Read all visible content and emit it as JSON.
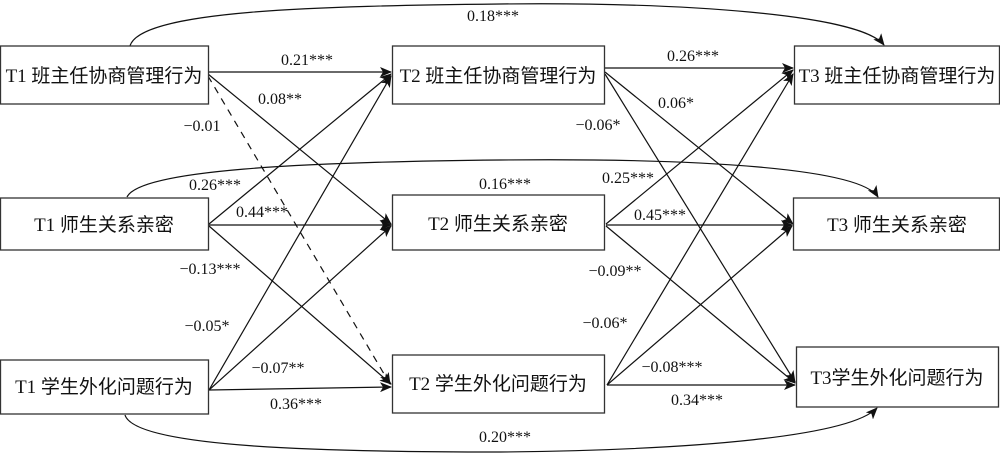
{
  "nodes": {
    "t1_mgmt": {
      "label": "T1 班主任协商管理行为"
    },
    "t1_rel": {
      "label": "T1 师生关系亲密"
    },
    "t1_ext": {
      "label": "T1 学生外化问题行为"
    },
    "t2_mgmt": {
      "label": "T2 班主任协商管理行为"
    },
    "t2_rel": {
      "label": "T2 师生关系亲密"
    },
    "t2_ext": {
      "label": "T2 学生外化问题行为"
    },
    "t3_mgmt": {
      "label": "T3 班主任协商管理行为"
    },
    "t3_rel": {
      "label": "T3 师生关系亲密"
    },
    "t3_ext": {
      "label": "T3学生外化问题行为"
    }
  },
  "paths": [
    {
      "id": "p1",
      "from": "t1_mgmt",
      "to": "t2_mgmt",
      "coef": "0.21***",
      "style": "solid"
    },
    {
      "id": "p2",
      "from": "t1_mgmt",
      "to": "t2_rel",
      "coef": "0.08**",
      "style": "solid"
    },
    {
      "id": "p3",
      "from": "t1_mgmt",
      "to": "t2_ext",
      "coef": "−0.01",
      "style": "dashed"
    },
    {
      "id": "p4",
      "from": "t1_rel",
      "to": "t2_mgmt",
      "coef": "0.26***",
      "style": "solid"
    },
    {
      "id": "p5",
      "from": "t1_rel",
      "to": "t2_rel",
      "coef": "0.44***",
      "style": "solid"
    },
    {
      "id": "p6",
      "from": "t1_rel",
      "to": "t2_ext",
      "coef": "−0.13***",
      "style": "solid"
    },
    {
      "id": "p7",
      "from": "t1_ext",
      "to": "t2_mgmt",
      "coef": "−0.05*",
      "style": "solid"
    },
    {
      "id": "p8",
      "from": "t1_ext",
      "to": "t2_rel",
      "coef": "−0.07**",
      "style": "solid"
    },
    {
      "id": "p9",
      "from": "t1_ext",
      "to": "t2_ext",
      "coef": "0.36***",
      "style": "solid"
    },
    {
      "id": "p10",
      "from": "t2_mgmt",
      "to": "t3_mgmt",
      "coef": "0.26***",
      "style": "solid"
    },
    {
      "id": "p11",
      "from": "t2_mgmt",
      "to": "t3_rel",
      "coef": "0.06*",
      "style": "solid"
    },
    {
      "id": "p12",
      "from": "t2_mgmt",
      "to": "t3_ext",
      "coef": "−0.06*",
      "style": "solid"
    },
    {
      "id": "p13",
      "from": "t2_rel",
      "to": "t3_mgmt",
      "coef": "0.25***",
      "style": "solid"
    },
    {
      "id": "p14",
      "from": "t2_rel",
      "to": "t3_rel",
      "coef": "0.45***",
      "style": "solid"
    },
    {
      "id": "p15",
      "from": "t2_rel",
      "to": "t3_ext",
      "coef": "−0.09**",
      "style": "solid"
    },
    {
      "id": "p16",
      "from": "t2_ext",
      "to": "t3_mgmt",
      "coef": "−0.06*",
      "style": "solid"
    },
    {
      "id": "p17",
      "from": "t2_ext",
      "to": "t3_rel",
      "coef": "−0.08***",
      "style": "solid"
    },
    {
      "id": "p18",
      "from": "t2_ext",
      "to": "t3_ext",
      "coef": "0.34***",
      "style": "solid"
    },
    {
      "id": "c1",
      "from": "t1_mgmt",
      "to": "t3_mgmt",
      "coef": "0.18***",
      "style": "curved"
    },
    {
      "id": "c2",
      "from": "t1_rel",
      "to": "t3_rel",
      "coef": "0.16***",
      "style": "curved"
    },
    {
      "id": "c3",
      "from": "t1_ext",
      "to": "t3_ext",
      "coef": "0.20***",
      "style": "curved"
    }
  ],
  "coefs": {
    "p1": "0.21***",
    "p2": "0.08**",
    "p3": "−0.01",
    "p4": "0.26***",
    "p5": "0.44***",
    "p6": "−0.13***",
    "p7": "−0.05*",
    "p8": "−0.07**",
    "p9": "0.36***",
    "p10": "0.26***",
    "p11": "0.06*",
    "p12": "−0.06*",
    "p13": "0.25***",
    "p14": "0.45***",
    "p15": "−0.09**",
    "p16": "−0.06*",
    "p17": "−0.08***",
    "p18": "0.34***",
    "c1": "0.18***",
    "c2": "0.16***",
    "c3": "0.20***"
  },
  "colors": {
    "line": "#111111",
    "box_border": "#333333",
    "background": "#ffffff"
  }
}
